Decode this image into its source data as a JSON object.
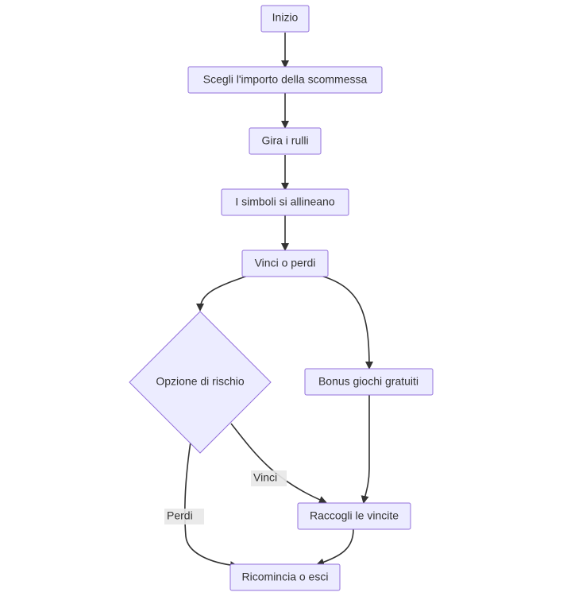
{
  "diagram": {
    "type": "flowchart",
    "colors": {
      "node_fill": "#ECECFF",
      "node_stroke": "#9370DB",
      "edge": "#333333",
      "label_bg": "#E8E8E8",
      "text": "#333333"
    },
    "nodes": {
      "start": "Inizio",
      "choose_bet": "Scegli l'importo della scommessa",
      "spin": "Gira i rulli",
      "symbols_align": "I simboli si allineano",
      "win_or_lose": "Vinci o perdi",
      "risk_option": "Opzione di rischio",
      "bonus_free_games": "Bonus giochi gratuiti",
      "collect_winnings": "Raccogli le vincite",
      "restart_or_exit": "Ricomincia o esci"
    },
    "edges": [
      {
        "from": "start",
        "to": "choose_bet",
        "label": ""
      },
      {
        "from": "choose_bet",
        "to": "spin",
        "label": ""
      },
      {
        "from": "spin",
        "to": "symbols_align",
        "label": ""
      },
      {
        "from": "symbols_align",
        "to": "win_or_lose",
        "label": ""
      },
      {
        "from": "win_or_lose",
        "to": "risk_option",
        "label": ""
      },
      {
        "from": "win_or_lose",
        "to": "bonus_free_games",
        "label": ""
      },
      {
        "from": "risk_option",
        "to": "collect_winnings",
        "label": "Vinci"
      },
      {
        "from": "risk_option",
        "to": "restart_or_exit",
        "label": "Perdi"
      },
      {
        "from": "bonus_free_games",
        "to": "collect_winnings",
        "label": ""
      },
      {
        "from": "collect_winnings",
        "to": "restart_or_exit",
        "label": ""
      }
    ],
    "edge_labels": {
      "win": "Vinci",
      "lose": "Perdi"
    }
  }
}
